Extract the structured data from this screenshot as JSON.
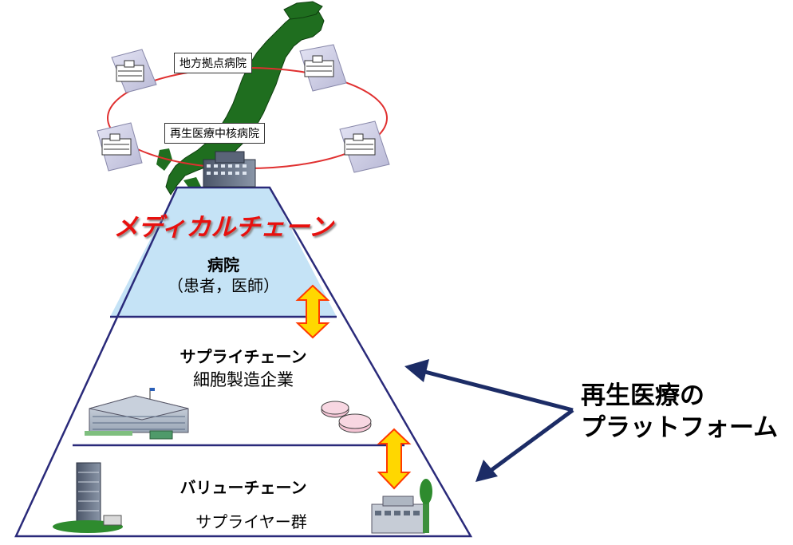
{
  "network": {
    "regional_label": "地方拠点病院",
    "core_label": "再生医療中核病院"
  },
  "title": "メディカルチェーン",
  "tiers": {
    "hospital": {
      "title": "病院",
      "subtitle": "（患者，医師）"
    },
    "supply": {
      "title": "サプライチェーン",
      "subtitle": "細胞製造企業"
    },
    "value": {
      "title": "バリューチェーン",
      "subtitle": "サプライヤー群"
    }
  },
  "platform": {
    "line1": "再生医療の",
    "line2": "プラットフォーム"
  },
  "colors": {
    "hospital_tier_fill": "#c5e3f6",
    "pyramid_border": "#2a2a7a",
    "network_ring": "#e03030",
    "title_red": "#e8100e",
    "double_arrow_fill": "#ffd700",
    "double_arrow_stroke": "#ff3a00",
    "pointer_arrow": "#1c2c66",
    "japan_map": "#1f6e1f"
  },
  "icons": [
    "hospital-building-icon",
    "factory-icon",
    "petri-dish-icon",
    "tower-building-icon",
    "office-building-icon",
    "japan-map-icon"
  ]
}
